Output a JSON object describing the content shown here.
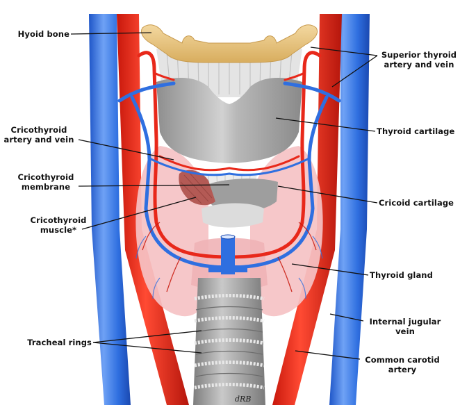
{
  "diagram": {
    "subject": "Anterior view of the larynx, thyroid gland and neck vessels",
    "signature": "dRB",
    "colors": {
      "vein": "#2f6fe0",
      "vein_light": "#6fa2f5",
      "artery": "#e8281a",
      "artery_dark": "#b5160c",
      "bone": "#e9c684",
      "cartilage": "#a9a9a9",
      "membrane": "#e6e6e6",
      "gland": "#f5c2c4",
      "muscle": "#b45a55",
      "label_text": "#111111",
      "leader_line": "#111111"
    },
    "labels_left": [
      {
        "id": "hyoid-bone",
        "lines": [
          "Hyoid bone"
        ]
      },
      {
        "id": "cricothyroid-artery-vein",
        "lines": [
          "Cricothyroid",
          "artery and vein"
        ]
      },
      {
        "id": "cricothyroid-membrane",
        "lines": [
          "Cricothyroid",
          "membrane"
        ]
      },
      {
        "id": "cricothyroid-muscle",
        "lines": [
          "Cricothyroid",
          "muscle*"
        ]
      },
      {
        "id": "tracheal-rings",
        "lines": [
          "Tracheal rings"
        ]
      }
    ],
    "labels_right": [
      {
        "id": "superior-thyroid-artery-vein",
        "lines": [
          "Superior thyroid",
          "artery and vein"
        ]
      },
      {
        "id": "thyroid-cartilage",
        "lines": [
          "Thyroid cartilage"
        ]
      },
      {
        "id": "cricoid-cartilage",
        "lines": [
          "Cricoid cartilage"
        ]
      },
      {
        "id": "thyroid-gland",
        "lines": [
          "Thyroid gland"
        ]
      },
      {
        "id": "internal-jugular-vein",
        "lines": [
          "Internal jugular",
          "vein"
        ]
      },
      {
        "id": "common-carotid-artery",
        "lines": [
          "Common carotid",
          "artery"
        ]
      }
    ]
  }
}
